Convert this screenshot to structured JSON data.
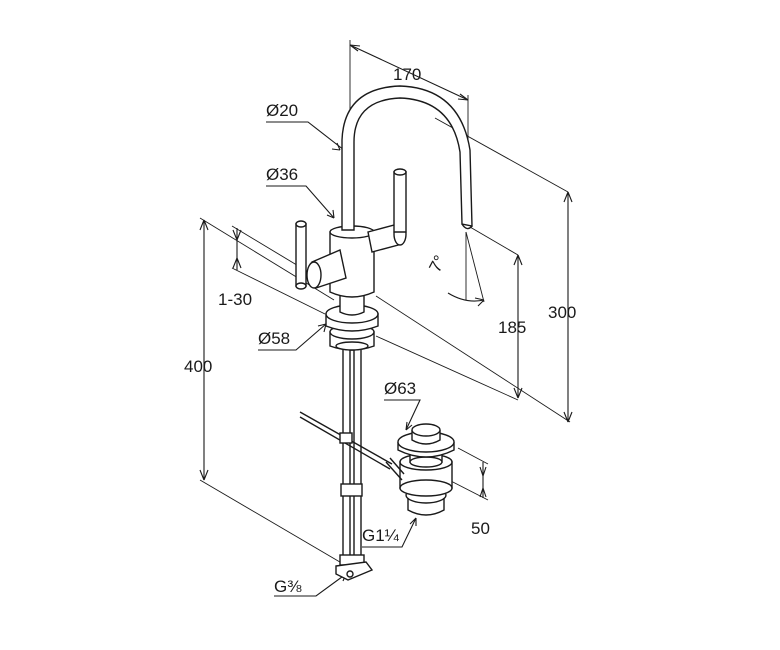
{
  "drawing": {
    "dimensions": {
      "d20": "Ø20",
      "d36": "Ø36",
      "d58": "Ø58",
      "d63": "Ø63",
      "l170": "170",
      "l300": "300",
      "l185": "185",
      "l400": "400",
      "l50": "50",
      "l1_30": "1-30",
      "angle": "7°"
    },
    "threads": {
      "waste": "G1¼",
      "supply": "G⅜"
    }
  }
}
